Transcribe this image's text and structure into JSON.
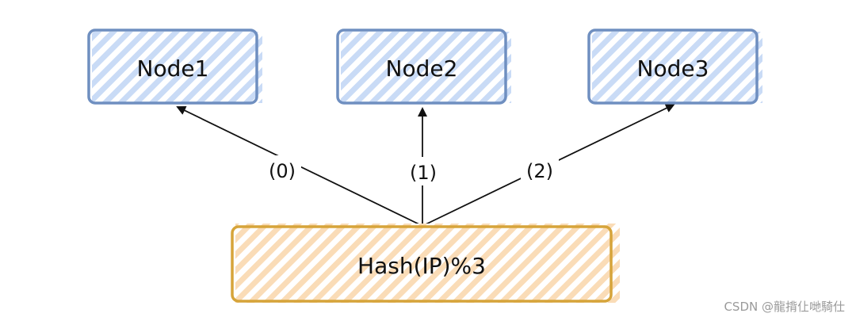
{
  "diagram": {
    "source": {
      "label": "Hash(IP)%3",
      "fill": "#f8d9b0",
      "stroke": "#d6a43a"
    },
    "nodes": [
      {
        "label": "Node1",
        "fill": "#c7d9f5",
        "stroke": "#6f8fc0"
      },
      {
        "label": "Node2",
        "fill": "#c7d9f5",
        "stroke": "#6f8fc0"
      },
      {
        "label": "Node3",
        "fill": "#c7d9f5",
        "stroke": "#6f8fc0"
      }
    ],
    "edges": [
      {
        "from": "Hash(IP)%3",
        "to": "Node1",
        "label": "(0)"
      },
      {
        "from": "Hash(IP)%3",
        "to": "Node2",
        "label": "(1)"
      },
      {
        "from": "Hash(IP)%3",
        "to": "Node3",
        "label": "(2)"
      }
    ]
  },
  "watermark": "CSDN @龍揹仩哋騎仕"
}
